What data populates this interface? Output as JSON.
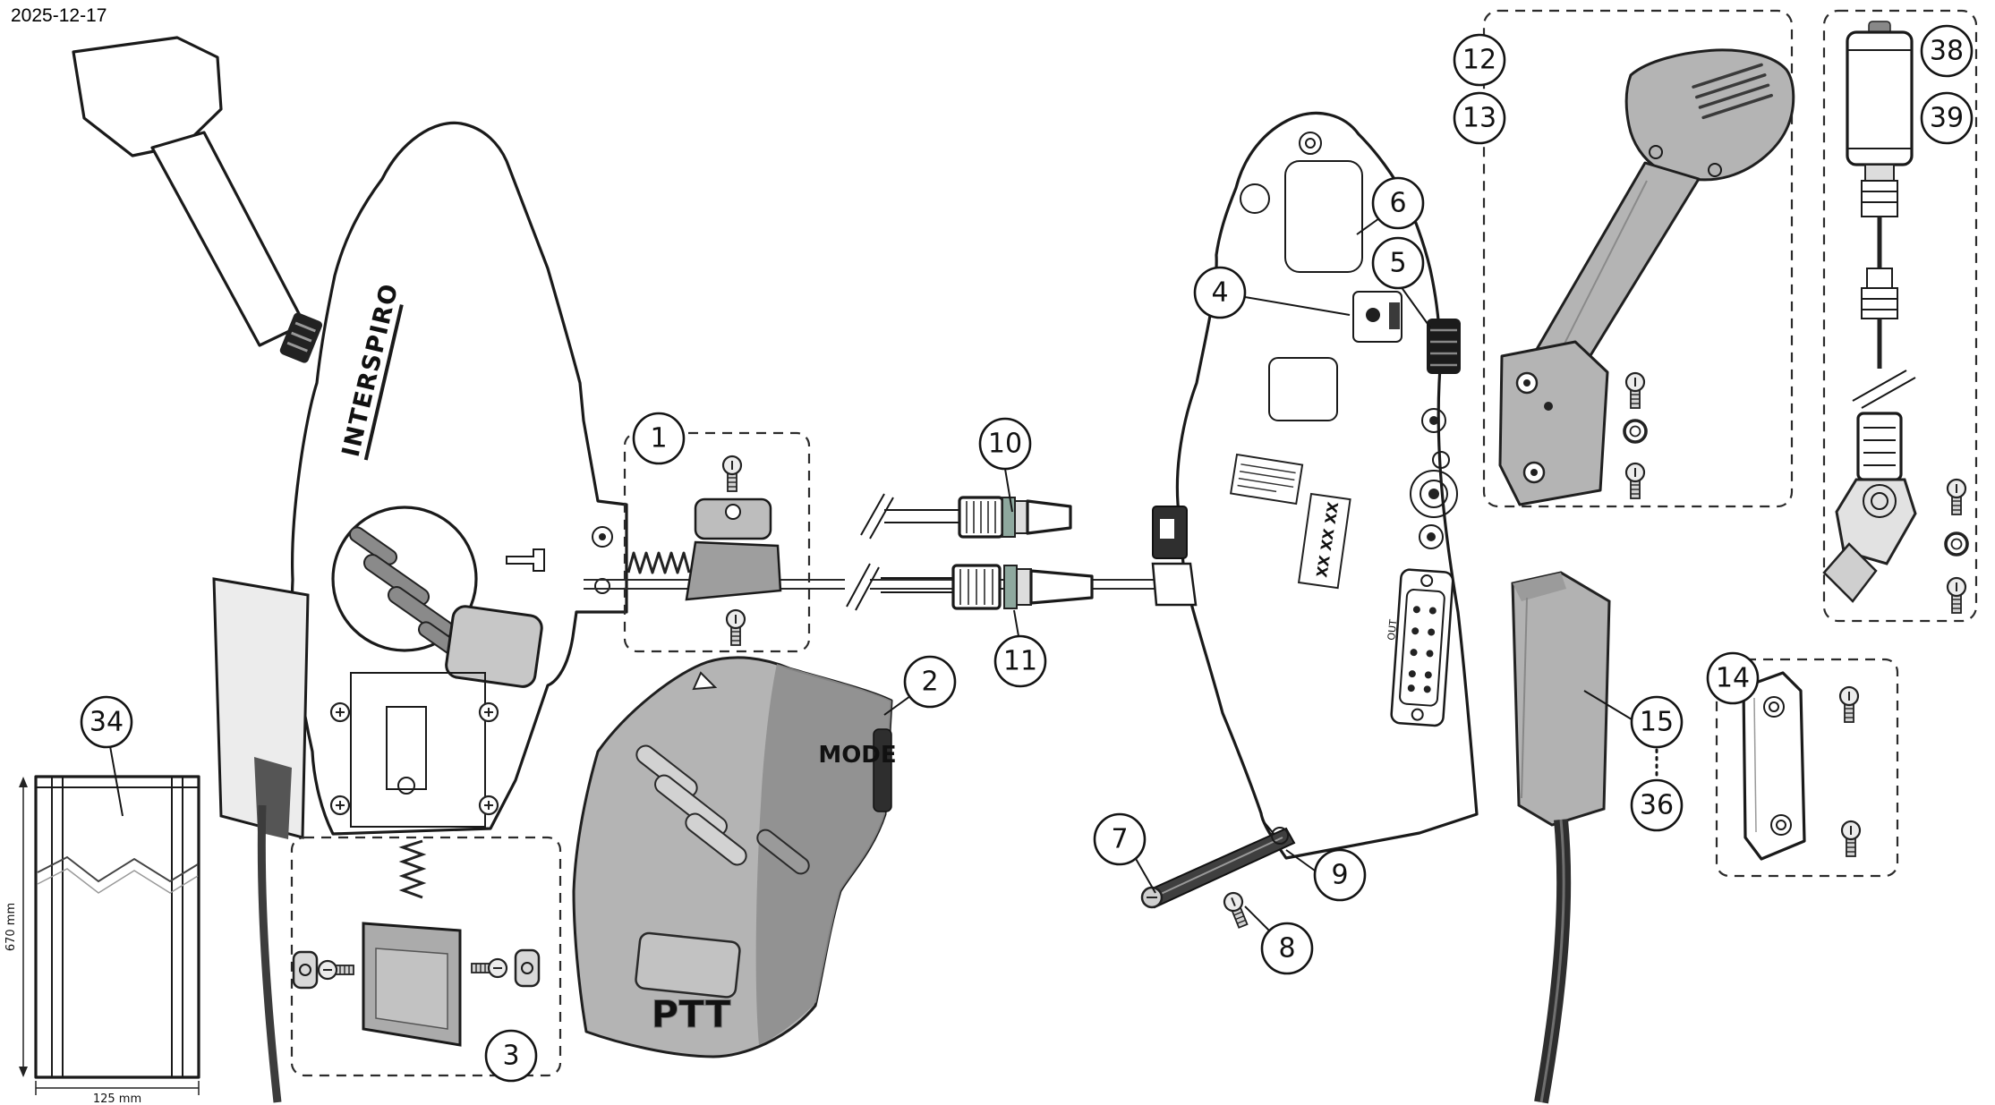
{
  "page": {
    "date": "2025-12-17"
  },
  "device": {
    "brand": "INTERSPIRO",
    "mode_label": "MODE",
    "ptt_label": "PTT",
    "serial_text": "XX XX XX",
    "out_label": "OUT"
  },
  "dimensions": {
    "height_label": "670 mm",
    "width_label": "125 mm"
  },
  "callouts": {
    "list": [
      "1",
      "2",
      "3",
      "4",
      "5",
      "6",
      "7",
      "8",
      "9",
      "10",
      "11",
      "12",
      "13",
      "14",
      "15",
      "34",
      "36",
      "38",
      "39"
    ]
  }
}
